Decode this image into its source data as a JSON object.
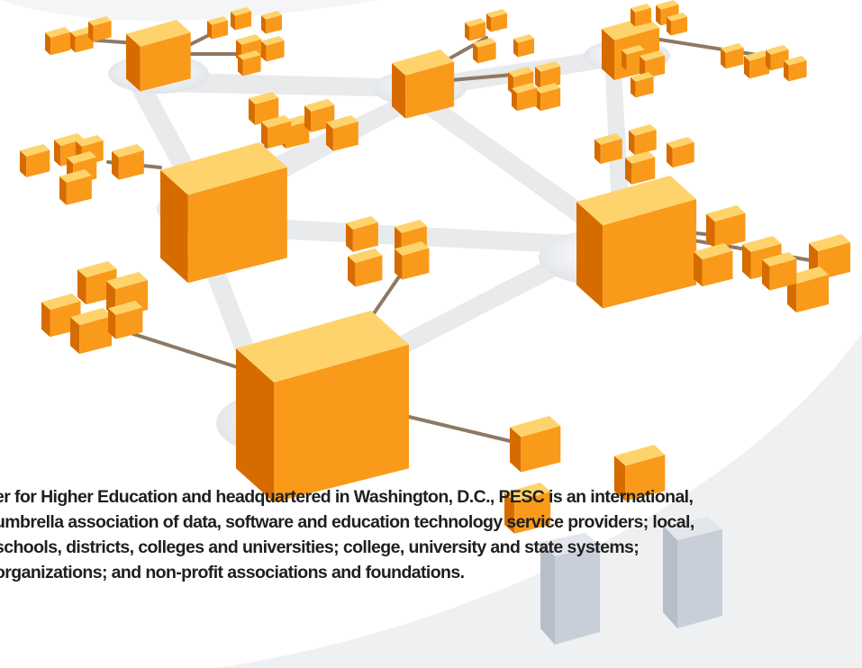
{
  "caption": {
    "lines": [
      "er for Higher Education and headquartered in Washington, D.C., PESC is an international,",
      " umbrella association of data, software and education technology service providers; local,",
      "schools, districts, colleges and universities; college, university and state systems;",
      "organizations; and non-profit associations and foundations."
    ]
  },
  "image": {
    "subject": "network-of-orange-cubes",
    "colors": {
      "cube_front": "#f99a1a",
      "cube_top": "#ffd36b",
      "cube_side": "#d66c00",
      "link": "#8f7864",
      "ghost_cube": "#cfd6de",
      "background_swoosh": "#eef0f2"
    }
  }
}
